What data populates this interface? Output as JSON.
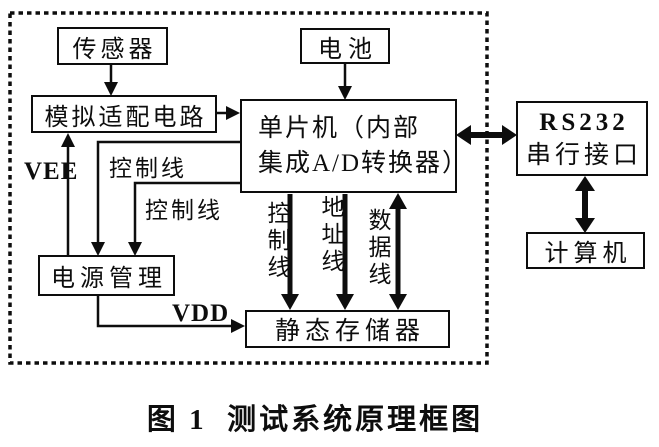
{
  "figure": {
    "caption": "图 1  测试系统原理框图"
  },
  "boxes": {
    "sensor": "传感器",
    "battery": "电池",
    "analog_adapter": "模拟适配电路",
    "mcu_line1": "单片机（内部",
    "mcu_line2": "集成A/D转换器）",
    "power_mgmt": "电源管理",
    "sram": "静态存储器",
    "rs232_line1": "RS232",
    "rs232_line2": "串行接口",
    "computer": "计算机"
  },
  "labels": {
    "vee": "VEE",
    "vdd": "VDD",
    "control_line_1": "控制线",
    "control_line_2": "控制线",
    "control_bus": "控制线",
    "address_bus": "地址线",
    "data_bus": "数据线"
  },
  "colors": {
    "line": "#0d0d0d",
    "background": "#ffffff"
  }
}
